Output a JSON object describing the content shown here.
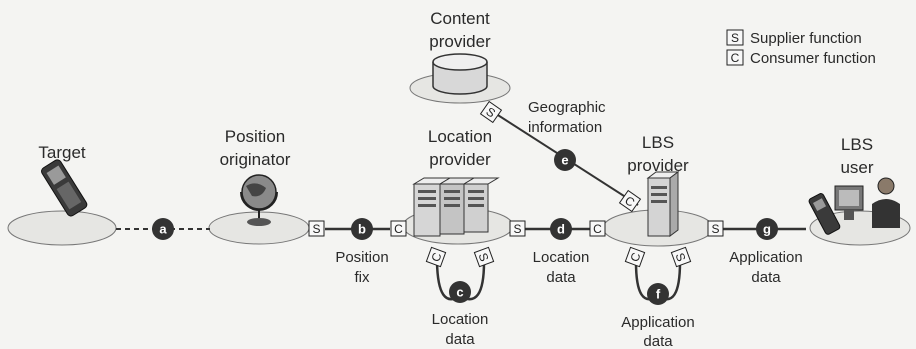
{
  "legend": {
    "supplier_letter": "S",
    "supplier_label": "Supplier function",
    "consumer_letter": "C",
    "consumer_label": "Consumer function"
  },
  "nodes": {
    "target": "Target",
    "position_originator": [
      "Position",
      "originator"
    ],
    "location_provider": [
      "Location",
      "provider"
    ],
    "content_provider": [
      "Content",
      "provider"
    ],
    "lbs_provider": [
      "LBS",
      "provider"
    ],
    "lbs_user": [
      "LBS",
      "user"
    ]
  },
  "flows": {
    "a": {
      "letter": "a"
    },
    "b": {
      "letter": "b",
      "label": [
        "Position",
        "fix"
      ]
    },
    "c": {
      "letter": "c",
      "label": [
        "Location",
        "data"
      ]
    },
    "d": {
      "letter": "d",
      "label": [
        "Location",
        "data"
      ]
    },
    "e": {
      "letter": "e",
      "label": [
        "Geographic",
        "information"
      ]
    },
    "f": {
      "letter": "f",
      "label": [
        "Application",
        "data"
      ]
    },
    "g": {
      "letter": "g",
      "label": [
        "Application",
        "data"
      ]
    }
  },
  "colors": {
    "ellipse": "#e6e6e3",
    "line": "#333333",
    "circle": "#333333"
  }
}
